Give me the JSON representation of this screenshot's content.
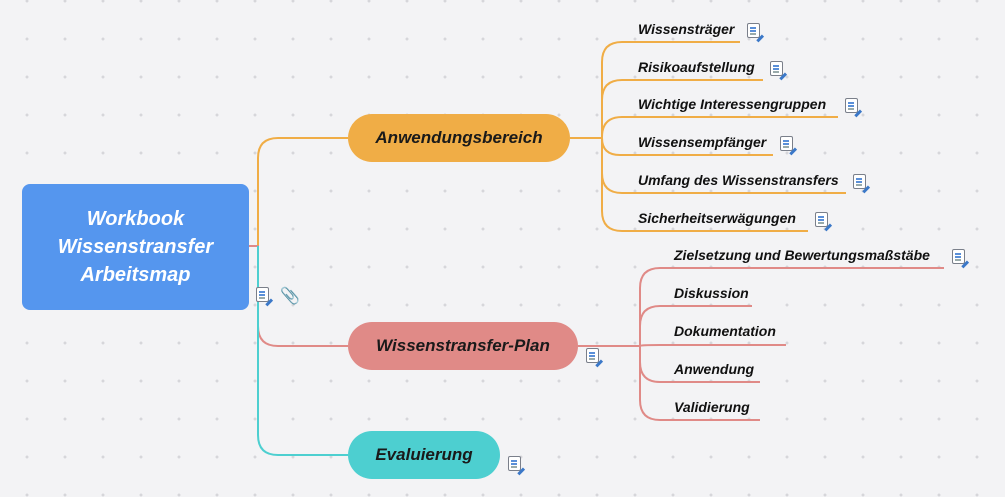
{
  "root": {
    "title": "Workbook\nWissenstransfer\nArbeitsmap"
  },
  "colors": {
    "root": "#5596ee",
    "anwendung": "#f0ad46",
    "plan": "#e08a87",
    "eval": "#4dcfd0"
  },
  "branches": [
    {
      "label": "Anwendungsbereich",
      "children": [
        "Wissensträger",
        "Risikoaufstellung",
        "Wichtige Interessengruppen",
        "Wissensempfänger",
        "Umfang des Wissenstransfers",
        "Sicherheitserwägungen"
      ]
    },
    {
      "label": "Wissenstransfer-Plan",
      "children": [
        "Zielsetzung und Bewertungsmaßstäbe",
        "Diskussion",
        "Dokumentation",
        "Anwendung",
        "Validierung"
      ]
    },
    {
      "label": "Evaluierung",
      "children": []
    }
  ]
}
